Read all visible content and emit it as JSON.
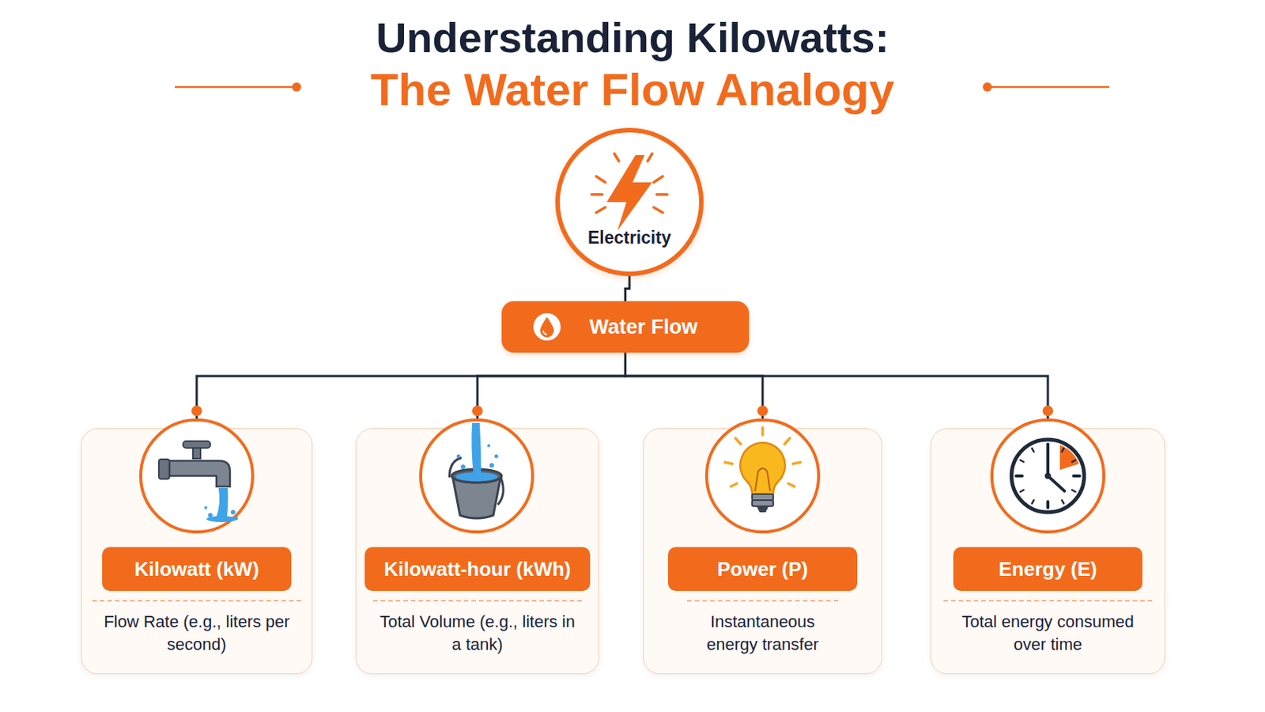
{
  "diagram": {
    "title": "Understanding Kilowatts:",
    "nodes": [
      {
        "text": [
          "Electricity"
        ]
      },
      {
        "text": [
          "Water Flow"
        ]
      },
      {
        "text": [
          "Kilowatt (kW)",
          "Flow Rate (e.g., liters per second)"
        ]
      },
      {
        "text": [
          "Kilowatt-hour (kWh)",
          "Total Volume (e.g., liters in a tank)"
        ]
      },
      {
        "text": [
          "Power (P)",
          "Instantaneous energy transfer"
        ]
      },
      {
        "text": [
          "Energy (E)",
          "Total energy consumed over time"
        ]
      }
    ],
    "edges": [
      {
        "from": 0,
        "to": 1,
        "arrow": "none"
      },
      {
        "from": 1,
        "to": 2,
        "arrow": "none"
      },
      {
        "from": 1,
        "to": 3,
        "arrow": "none"
      },
      {
        "from": 1,
        "to": 4,
        "arrow": "none"
      },
      {
        "from": 1,
        "to": 5,
        "arrow": "none"
      }
    ],
    "labels": [
      "The Water Flow Analogy"
    ]
  }
}
